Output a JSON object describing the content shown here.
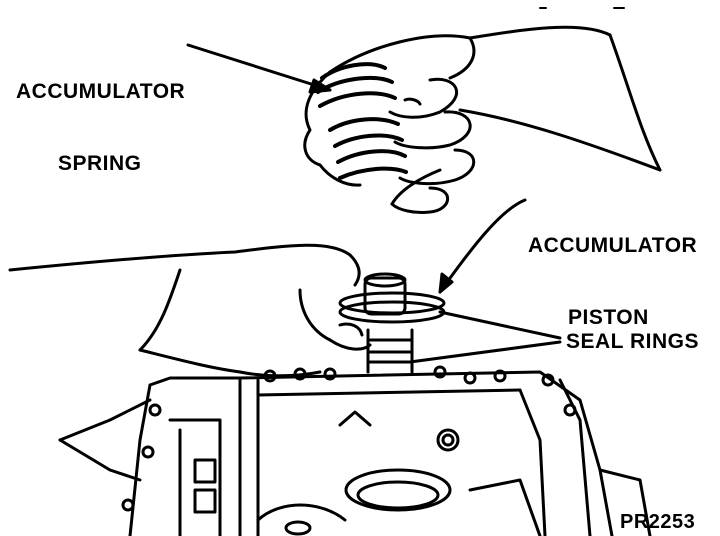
{
  "labels": {
    "spring": {
      "line1": "ACCUMULATOR",
      "line2": "SPRING"
    },
    "piston": {
      "line1": "ACCUMULATOR",
      "line2": "PISTON"
    },
    "seal": "SEAL RINGS"
  },
  "figure_id": "PR2253",
  "colors": {
    "ink": "#000000",
    "paper": "#ffffff"
  }
}
